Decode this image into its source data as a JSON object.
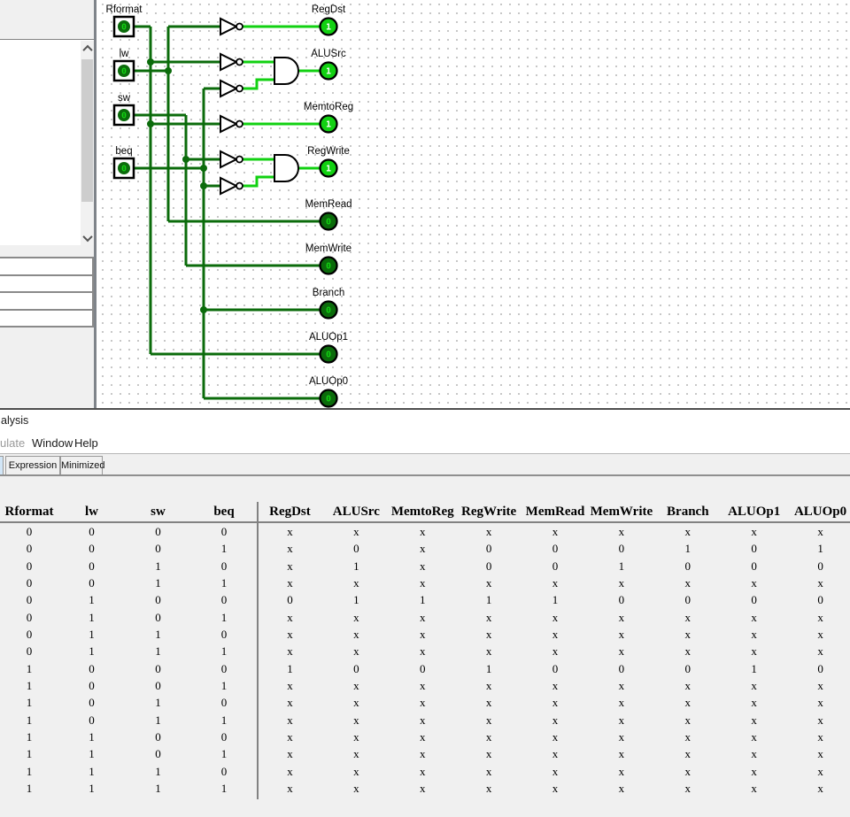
{
  "analysis": {
    "title_visible": "alysis",
    "menu": [
      {
        "label": "ulate",
        "disabled": true
      },
      {
        "label": "Window",
        "disabled": false
      },
      {
        "label": "Help",
        "disabled": false
      }
    ],
    "tabs": [
      {
        "label": "Expression"
      },
      {
        "label": "Minimized"
      }
    ]
  },
  "circuit": {
    "inputs": [
      {
        "label": "Rformat",
        "value": "0"
      },
      {
        "label": "lw",
        "value": "0"
      },
      {
        "label": "sw",
        "value": "0"
      },
      {
        "label": "beq",
        "value": "0"
      }
    ],
    "outputs": [
      {
        "label": "RegDst",
        "value": "1"
      },
      {
        "label": "ALUSrc",
        "value": "1"
      },
      {
        "label": "MemtoReg",
        "value": "1"
      },
      {
        "label": "RegWrite",
        "value": "1"
      },
      {
        "label": "MemRead",
        "value": "0"
      },
      {
        "label": "MemWrite",
        "value": "0"
      },
      {
        "label": "Branch",
        "value": "0"
      },
      {
        "label": "ALUOp1",
        "value": "0"
      },
      {
        "label": "ALUOp0",
        "value": "0"
      }
    ],
    "colors": {
      "wire_true": "#12d112",
      "wire_false": "#0b6b0b",
      "gate_stroke": "#000000"
    }
  },
  "table": {
    "input_headers": [
      "Rformat",
      "lw",
      "sw",
      "beq"
    ],
    "output_headers": [
      "RegDst",
      "ALUSrc",
      "MemtoReg",
      "RegWrite",
      "MemRead",
      "MemWrite",
      "Branch",
      "ALUOp1",
      "ALUOp0"
    ],
    "rows": [
      [
        "0",
        "0",
        "0",
        "0",
        "x",
        "x",
        "x",
        "x",
        "x",
        "x",
        "x",
        "x",
        "x"
      ],
      [
        "0",
        "0",
        "0",
        "1",
        "x",
        "0",
        "x",
        "0",
        "0",
        "0",
        "1",
        "0",
        "1"
      ],
      [
        "0",
        "0",
        "1",
        "0",
        "x",
        "1",
        "x",
        "0",
        "0",
        "1",
        "0",
        "0",
        "0"
      ],
      [
        "0",
        "0",
        "1",
        "1",
        "x",
        "x",
        "x",
        "x",
        "x",
        "x",
        "x",
        "x",
        "x"
      ],
      [
        "0",
        "1",
        "0",
        "0",
        "0",
        "1",
        "1",
        "1",
        "1",
        "0",
        "0",
        "0",
        "0"
      ],
      [
        "0",
        "1",
        "0",
        "1",
        "x",
        "x",
        "x",
        "x",
        "x",
        "x",
        "x",
        "x",
        "x"
      ],
      [
        "0",
        "1",
        "1",
        "0",
        "x",
        "x",
        "x",
        "x",
        "x",
        "x",
        "x",
        "x",
        "x"
      ],
      [
        "0",
        "1",
        "1",
        "1",
        "x",
        "x",
        "x",
        "x",
        "x",
        "x",
        "x",
        "x",
        "x"
      ],
      [
        "1",
        "0",
        "0",
        "0",
        "1",
        "0",
        "0",
        "1",
        "0",
        "0",
        "0",
        "1",
        "0"
      ],
      [
        "1",
        "0",
        "0",
        "1",
        "x",
        "x",
        "x",
        "x",
        "x",
        "x",
        "x",
        "x",
        "x"
      ],
      [
        "1",
        "0",
        "1",
        "0",
        "x",
        "x",
        "x",
        "x",
        "x",
        "x",
        "x",
        "x",
        "x"
      ],
      [
        "1",
        "0",
        "1",
        "1",
        "x",
        "x",
        "x",
        "x",
        "x",
        "x",
        "x",
        "x",
        "x"
      ],
      [
        "1",
        "1",
        "0",
        "0",
        "x",
        "x",
        "x",
        "x",
        "x",
        "x",
        "x",
        "x",
        "x"
      ],
      [
        "1",
        "1",
        "0",
        "1",
        "x",
        "x",
        "x",
        "x",
        "x",
        "x",
        "x",
        "x",
        "x"
      ],
      [
        "1",
        "1",
        "1",
        "0",
        "x",
        "x",
        "x",
        "x",
        "x",
        "x",
        "x",
        "x",
        "x"
      ],
      [
        "1",
        "1",
        "1",
        "1",
        "x",
        "x",
        "x",
        "x",
        "x",
        "x",
        "x",
        "x",
        "x"
      ]
    ]
  }
}
